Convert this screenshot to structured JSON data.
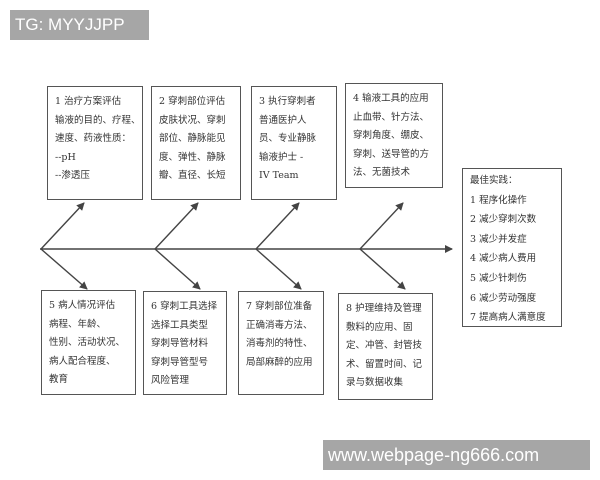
{
  "watermarks": {
    "top_left": "TG: MYYJJPP",
    "bottom_right": "www.webpage-ng666.com"
  },
  "diagram": {
    "type": "fishbone",
    "top_causes": [
      {
        "lines": [
          "1 治疗方案评估",
          "输液的目的、疗程、",
          "速度、药液性质：",
          "--pH",
          "--渗透压"
        ]
      },
      {
        "lines": [
          "2 穿刺部位评估",
          "皮肤状况、穿刺",
          "部位、静脉能见",
          "度、弹性、静脉",
          "瓣、直径、长短"
        ]
      },
      {
        "lines": [
          "3 执行穿刺者",
          "普通医护人",
          "员、专业静脉",
          "输液护士 -",
          "IV Team"
        ]
      },
      {
        "lines": [
          "4 输液工具的应用",
          "止血带、针方法、",
          "穿刺角度、绷皮、",
          "穿刺、送导管的方",
          "法、无菌技术"
        ]
      }
    ],
    "bottom_causes": [
      {
        "lines": [
          "5 病人情况评估",
          "病程、年龄、",
          "性别、活动状况、",
          "病人配合程度、",
          "教育"
        ]
      },
      {
        "lines": [
          "6 穿刺工具选择",
          "选择工具类型",
          "穿刺导管材料",
          "穿刺导管型号",
          "风险管理"
        ]
      },
      {
        "lines": [
          "7 穿刺部位准备",
          "正确消毒方法、",
          "消毒剂的特性、",
          "局部麻醉的应用"
        ]
      },
      {
        "lines": [
          "8 护理维持及管理",
          "敷料的应用、固",
          "定、冲管、封管技",
          "术、留置时间、记",
          "录与数据收集"
        ]
      }
    ],
    "outcome": {
      "title": "最佳实践：",
      "items": [
        "1 程序化操作",
        "2 减少穿刺次数",
        "3 减少并发症",
        "4 减少病人费用",
        "5  减少针刺伤",
        "6 减少劳动强度",
        "7 提高病人满意度"
      ]
    },
    "colors": {
      "line": "#444444",
      "border": "#555555",
      "text": "#333333",
      "watermark_bg": "#a6a6a6"
    }
  }
}
